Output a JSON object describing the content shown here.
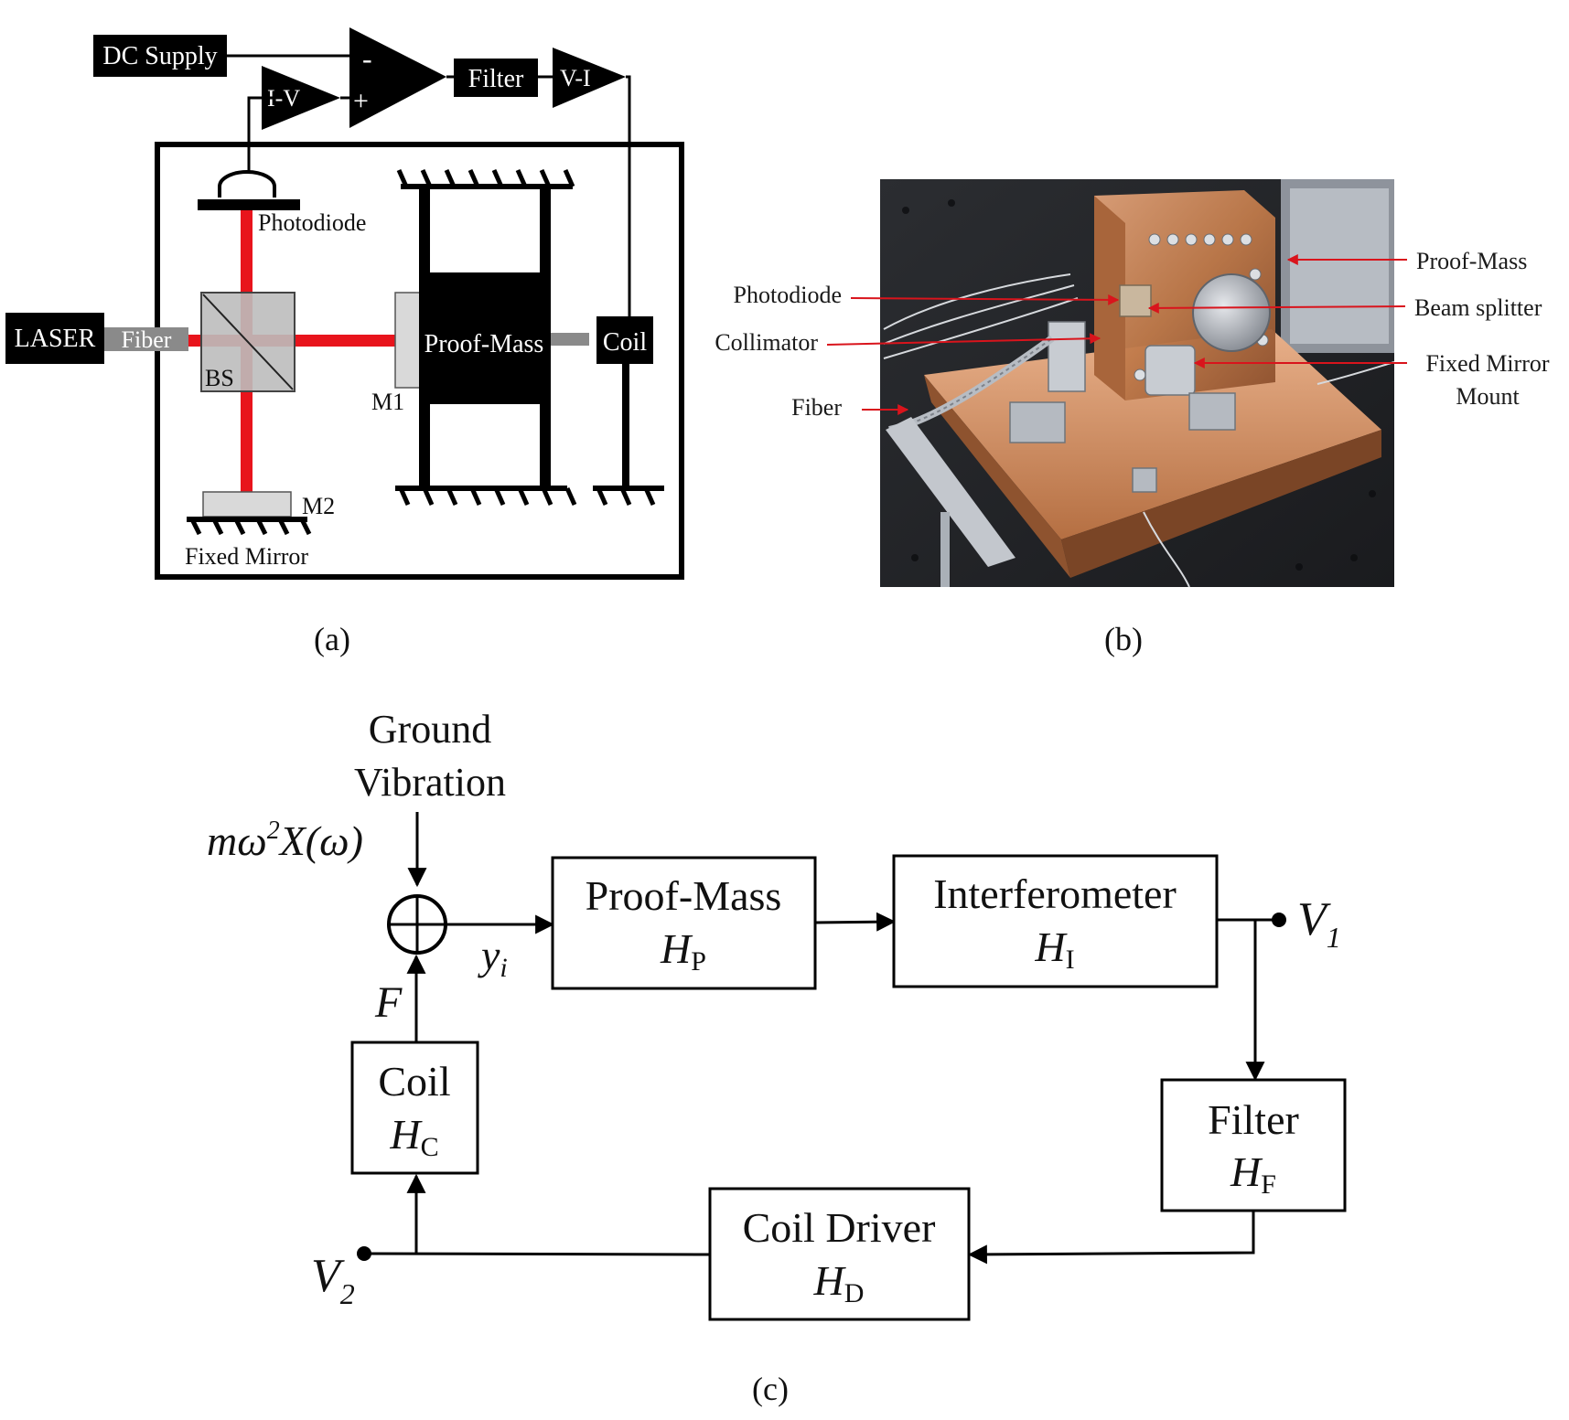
{
  "panel_a": {
    "caption": "(a)",
    "dc_supply": "DC Supply",
    "minus": "-",
    "plus": "+",
    "filter": "Filter",
    "vi": "V-I",
    "iv": "I-V",
    "photodiode": "Photodiode",
    "laser": "LASER",
    "fiber": "Fiber",
    "bs": "BS",
    "m1": "M1",
    "m2": "M2",
    "proof_mass": "Proof-Mass",
    "coil": "Coil",
    "fixed_mirror": "Fixed Mirror"
  },
  "panel_b": {
    "caption": "(b)",
    "labels": {
      "photodiode": "Photodiode",
      "collimator": "Collimator",
      "fiber": "Fiber",
      "proof_mass": "Proof-Mass",
      "beam_splitter": "Beam splitter",
      "fixed_mirror_line1": "Fixed Mirror",
      "fixed_mirror_line2": "Mount"
    }
  },
  "panel_c": {
    "caption": "(c)",
    "ground_line1": "Ground",
    "ground_line2": "Vibration",
    "input_m": "mω",
    "input_sup": "2",
    "input_x": "X(ω)",
    "y_main": "y",
    "y_sub": "i",
    "f_label": "F",
    "blocks": {
      "proof_mass": {
        "name": "Proof-Mass",
        "h": "H",
        "sub": "P"
      },
      "interferometer": {
        "name": "Interferometer",
        "h": "H",
        "sub": "I"
      },
      "filter": {
        "name": "Filter",
        "h": "H",
        "sub": "F"
      },
      "coil_driver": {
        "name": "Coil Driver",
        "h": "H",
        "sub": "D"
      },
      "coil": {
        "name": "Coil",
        "h": "H",
        "sub": "C"
      }
    },
    "v1_main": "V",
    "v1_sub": "1",
    "v2_main": "V",
    "v2_sub": "2"
  },
  "colors": {
    "beam": "#e8141c",
    "arrow_red": "#d9141c",
    "ink": "#000000",
    "mirror_gray": "#d9d9d9",
    "fiber_gray": "#8a8a8a",
    "copper": "#c07a4a"
  }
}
